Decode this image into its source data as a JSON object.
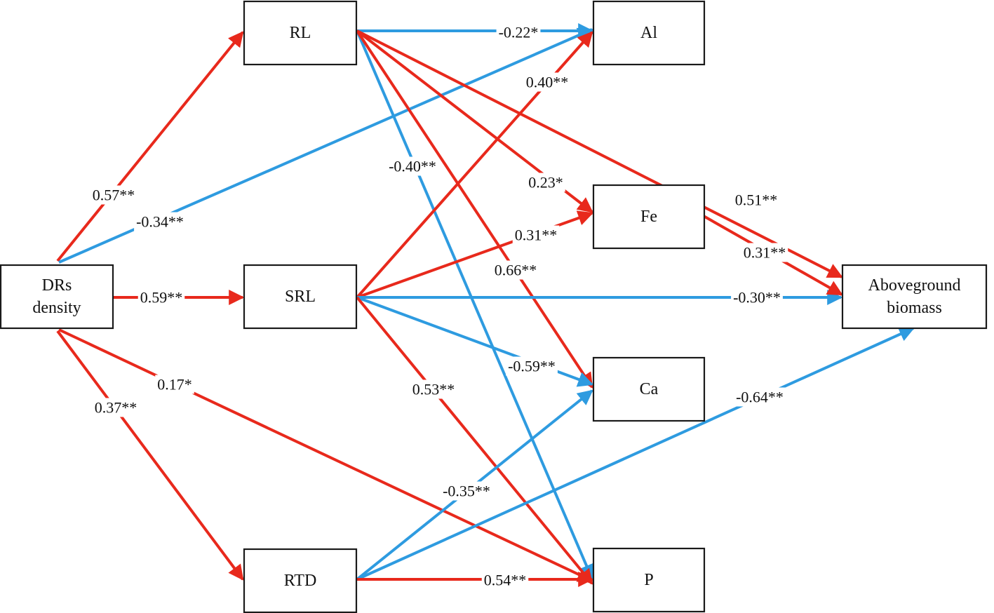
{
  "nodes": [
    {
      "id": "DRs",
      "lines": [
        "DRs",
        "density"
      ]
    },
    {
      "id": "RL",
      "lines": [
        "RL"
      ]
    },
    {
      "id": "SRL",
      "lines": [
        "SRL"
      ]
    },
    {
      "id": "RTD",
      "lines": [
        "RTD"
      ]
    },
    {
      "id": "Al",
      "lines": [
        "Al"
      ]
    },
    {
      "id": "Fe",
      "lines": [
        "Fe"
      ]
    },
    {
      "id": "Ca",
      "lines": [
        "Ca"
      ]
    },
    {
      "id": "P",
      "lines": [
        "P"
      ]
    },
    {
      "id": "AGB",
      "lines": [
        "Aboveground",
        "biomass"
      ]
    }
  ],
  "edges": [
    {
      "from": "DRs",
      "to": "RL",
      "label": "0.57**",
      "sign": "positive"
    },
    {
      "from": "DRs",
      "to": "Al",
      "label": "-0.34**",
      "sign": "negative"
    },
    {
      "from": "DRs",
      "to": "SRL",
      "label": "0.59**",
      "sign": "positive"
    },
    {
      "from": "DRs",
      "to": "RTD",
      "label": "0.37**",
      "sign": "positive"
    },
    {
      "from": "DRs",
      "to": "P",
      "label": "0.17*",
      "sign": "positive"
    },
    {
      "from": "RL",
      "to": "Al",
      "label": "-0.22*",
      "sign": "negative"
    },
    {
      "from": "RL",
      "to": "P",
      "label": "-0.40**",
      "sign": "negative"
    },
    {
      "from": "RL",
      "to": "Fe",
      "label": "0.23*",
      "sign": "positive"
    },
    {
      "from": "RL",
      "to": "Ca",
      "label": "0.66**",
      "sign": "positive"
    },
    {
      "from": "RL",
      "to": "AGB",
      "label": "0.51**",
      "sign": "positive"
    },
    {
      "from": "SRL",
      "to": "Al",
      "label": "0.40**",
      "sign": "positive"
    },
    {
      "from": "SRL",
      "to": "Fe",
      "label": "0.31**",
      "sign": "positive"
    },
    {
      "from": "SRL",
      "to": "AGB",
      "label": "-0.30**",
      "sign": "negative"
    },
    {
      "from": "SRL",
      "to": "Ca",
      "label": "-0.59**",
      "sign": "negative"
    },
    {
      "from": "SRL",
      "to": "P",
      "label": "0.53**",
      "sign": "positive"
    },
    {
      "from": "Fe",
      "to": "AGB",
      "label": "0.31**",
      "sign": "positive"
    },
    {
      "from": "RTD",
      "to": "Ca",
      "label": "-0.35**",
      "sign": "negative"
    },
    {
      "from": "RTD",
      "to": "AGB",
      "label": "-0.64**",
      "sign": "negative"
    },
    {
      "from": "RTD",
      "to": "P",
      "label": "0.54**",
      "sign": "positive"
    }
  ],
  "colors": {
    "positive": "#e8291c",
    "positive_dark": "#b01010",
    "negative": "#2e9be0",
    "negative_dark": "#1a62c4"
  }
}
